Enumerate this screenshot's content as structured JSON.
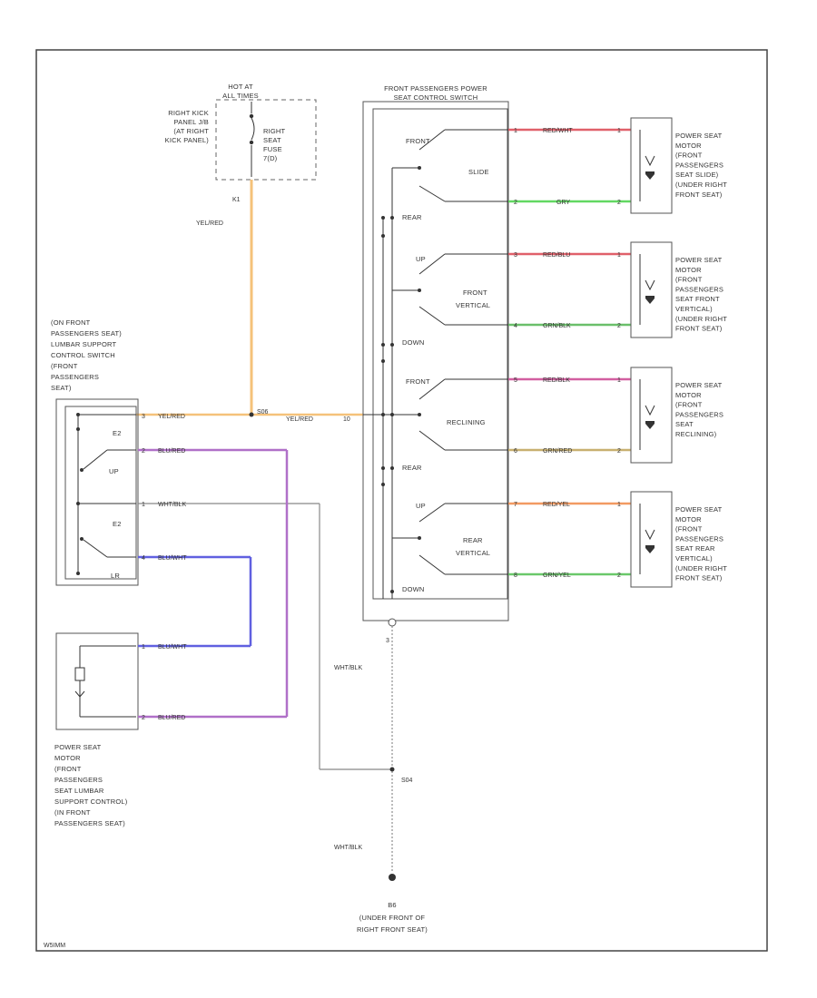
{
  "fuse": {
    "hot_label": [
      "HOT AT",
      "ALL TIMES"
    ],
    "location": [
      "RIGHT KICK",
      "PANEL J/B",
      "(AT RIGHT",
      "KICK PANEL)"
    ],
    "name": [
      "RIGHT",
      "SEAT",
      "FUSE",
      "7(D)"
    ],
    "pin": "K1",
    "wire": "YEL/RED"
  },
  "control_switch": {
    "title": [
      "FRONT PASSENGERS POWER",
      "SEAT CONTROL SWITCH"
    ],
    "sections": {
      "slide": {
        "labels": [
          "FRONT",
          "SLIDE",
          "REAR"
        ]
      },
      "front_vertical": {
        "labels": [
          "UP",
          "FRONT",
          "VERTICAL",
          "DOWN"
        ]
      },
      "reclining": {
        "labels": [
          "FRONT",
          "RECLINING",
          "REAR"
        ]
      },
      "rear_vertical": {
        "labels": [
          "UP",
          "REAR",
          "VERTICAL",
          "DOWN"
        ]
      }
    },
    "input_wire": "YEL/RED",
    "input_pin": "10",
    "ground_pin": "3"
  },
  "motors": [
    {
      "lines": [
        "POWER SEAT",
        "MOTOR",
        "(FRONT",
        "PASSENGERS",
        "SEAT SLIDE)",
        "(UNDER RIGHT",
        "FRONT SEAT)"
      ],
      "wire_top": {
        "pin_left": "1",
        "label": "RED/WHT",
        "pin_right": "1",
        "color": "#e0606a"
      },
      "wire_bottom": {
        "pin_left": "2",
        "label": "GRY",
        "pin_right": "2",
        "color": "#62d862"
      }
    },
    {
      "lines": [
        "POWER SEAT",
        "MOTOR",
        "(FRONT",
        "PASSENGERS",
        "SEAT FRONT",
        "VERTICAL)",
        "(UNDER RIGHT",
        "FRONT SEAT)"
      ],
      "wire_top": {
        "pin_left": "3",
        "label": "RED/BLU",
        "pin_right": "1",
        "color": "#e0606a"
      },
      "wire_bottom": {
        "pin_left": "4",
        "label": "GRN/BLK",
        "pin_right": "2",
        "color": "#6abf6a"
      }
    },
    {
      "lines": [
        "POWER SEAT",
        "MOTOR",
        "(FRONT",
        "PASSENGERS",
        "SEAT",
        "RECLINING)"
      ],
      "wire_top": {
        "pin_left": "5",
        "label": "RED/BLK",
        "pin_right": "1",
        "color": "#d25fa0"
      },
      "wire_bottom": {
        "pin_left": "6",
        "label": "GRN/RED",
        "pin_right": "2",
        "color": "#c8b070"
      }
    },
    {
      "lines": [
        "POWER SEAT",
        "MOTOR",
        "(FRONT",
        "PASSENGERS",
        "SEAT REAR",
        "VERTICAL)",
        "(UNDER RIGHT",
        "FRONT SEAT)"
      ],
      "wire_top": {
        "pin_left": "7",
        "label": "RED/YEL",
        "pin_right": "1",
        "color": "#f29a62"
      },
      "wire_bottom": {
        "pin_left": "8",
        "label": "GRN/YEL",
        "pin_right": "2",
        "color": "#6ac86a"
      }
    }
  ],
  "lumbar_switch": {
    "title": [
      "(ON FRONT",
      "PASSENGERS SEAT)",
      "LUMBAR SUPPORT",
      "CONTROL SWITCH",
      "(FRONT",
      "PASSENGERS",
      "SEAT)"
    ],
    "labels": [
      "E2",
      "UP",
      "E2",
      "LR"
    ],
    "wires": [
      {
        "pin": "3",
        "label": "YEL/RED",
        "color": "#f5b870"
      },
      {
        "pin": "2",
        "label": "BLU/RED",
        "color": "#b070c8"
      },
      {
        "pin": "1",
        "label": "WHT/BLK",
        "color": "#888888"
      },
      {
        "pin": "4",
        "label": "BLU/WHT",
        "color": "#6060e0"
      }
    ]
  },
  "lumbar_motor": {
    "lines": [
      "POWER SEAT",
      "MOTOR",
      "(FRONT",
      "PASSENGERS",
      "SEAT LUMBAR",
      "SUPPORT CONTROL)",
      "(IN FRONT",
      "PASSENGERS SEAT)"
    ],
    "wires": [
      {
        "pin": "1",
        "label": "BLU/WHT",
        "color": "#6060e0"
      },
      {
        "pin": "2",
        "label": "BLU/RED",
        "color": "#b070c8"
      }
    ]
  },
  "splices": {
    "supply": "S06",
    "ground_splice": "S04"
  },
  "ground": {
    "wire_upper": "WHT/BLK",
    "wire_lower": "WHT/BLK",
    "name": "B6",
    "location": [
      "(UNDER FRONT OF",
      "RIGHT FRONT SEAT)"
    ]
  },
  "wire_colors": {
    "supply": "#f5c27a"
  },
  "figure_id": "W5IMM"
}
